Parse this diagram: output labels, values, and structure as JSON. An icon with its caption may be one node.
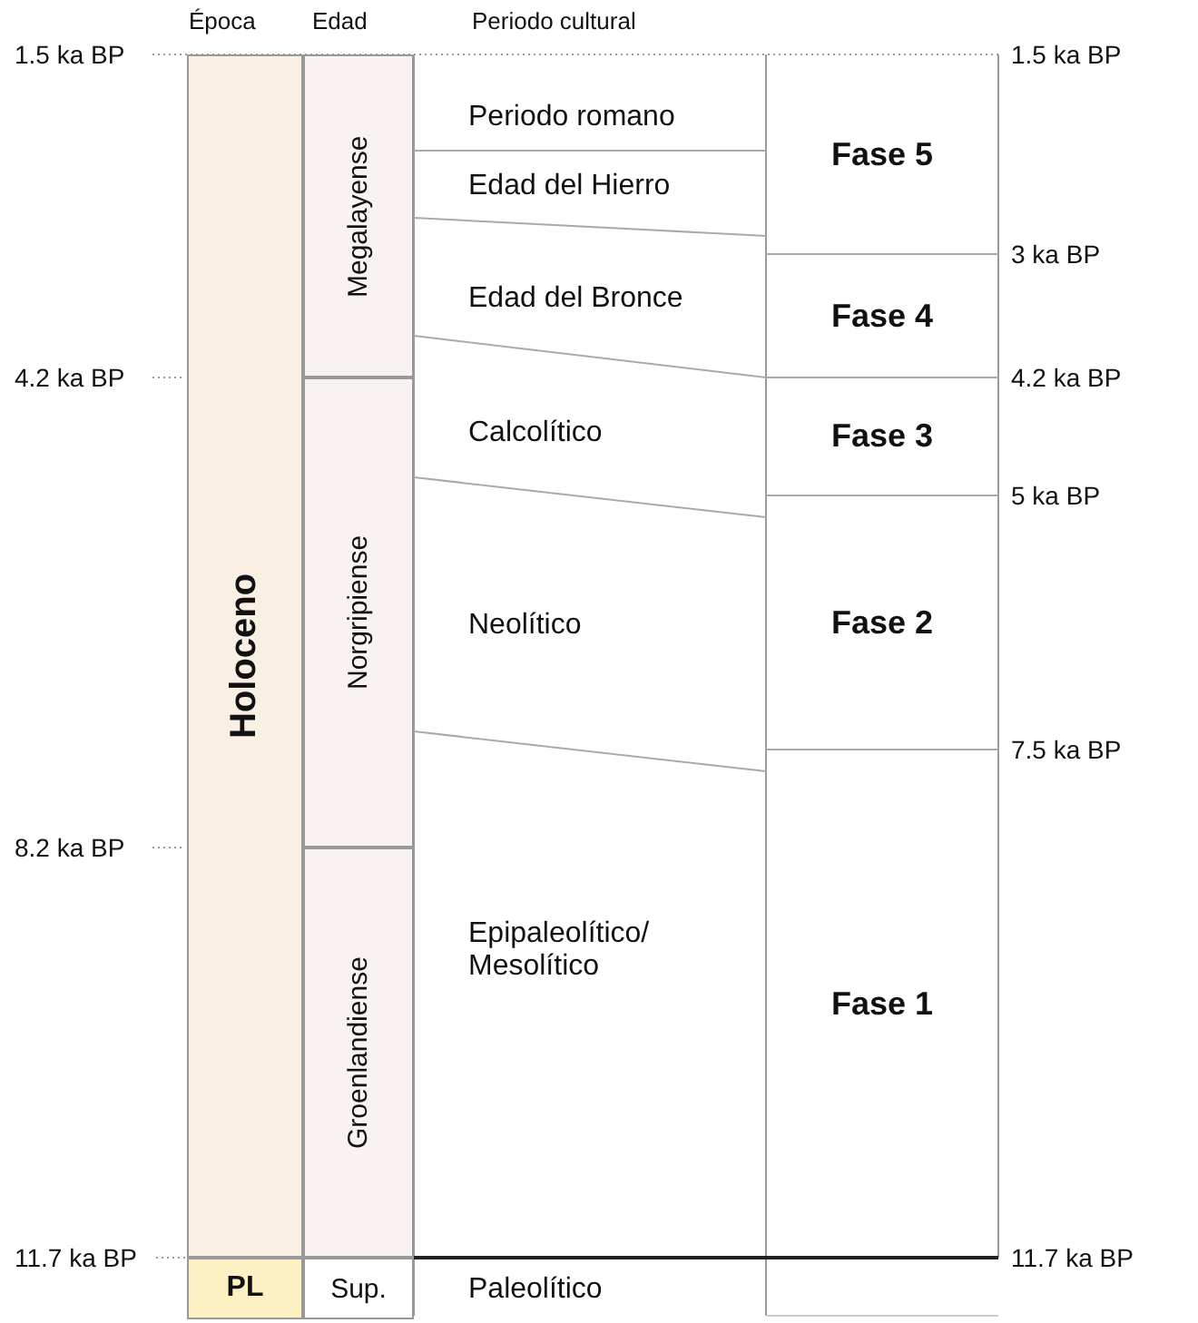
{
  "diagram": {
    "nodes": [
      {
        "text": [
          "Holoceno"
        ]
      },
      {
        "text": [
          "PL"
        ]
      },
      {
        "text": [
          "Megalayense"
        ]
      },
      {
        "text": [
          "Norgripiense"
        ]
      },
      {
        "text": [
          "Groenlandiense"
        ]
      },
      {
        "text": [
          "Sup."
        ]
      },
      {
        "text": [
          "Periodo romano"
        ]
      },
      {
        "text": [
          "Edad del Hierro"
        ]
      },
      {
        "text": [
          "Edad del Bronce"
        ]
      },
      {
        "text": [
          "Calcolítico"
        ]
      },
      {
        "text": [
          "Neolítico"
        ]
      },
      {
        "text": [
          "Epipaleolítico/ Mesolítico"
        ]
      },
      {
        "text": [
          "Paleolítico"
        ]
      },
      {
        "text": [
          "Fase 5"
        ]
      },
      {
        "text": [
          "Fase 4"
        ]
      },
      {
        "text": [
          "Fase 3"
        ]
      },
      {
        "text": [
          "Fase 2"
        ]
      },
      {
        "text": [
          "Fase 1"
        ]
      }
    ],
    "labels": [
      "1.5 ka BP",
      "Época",
      "Edad",
      "Periodo cultural",
      "1.5 ka BP",
      "3 ka BP",
      "4.2 ka BP",
      "4.2 ka BP",
      "5 ka BP",
      "7.5 ka BP",
      "8.2 ka BP",
      "11.7 ka BP",
      "11.7 ka BP"
    ]
  }
}
